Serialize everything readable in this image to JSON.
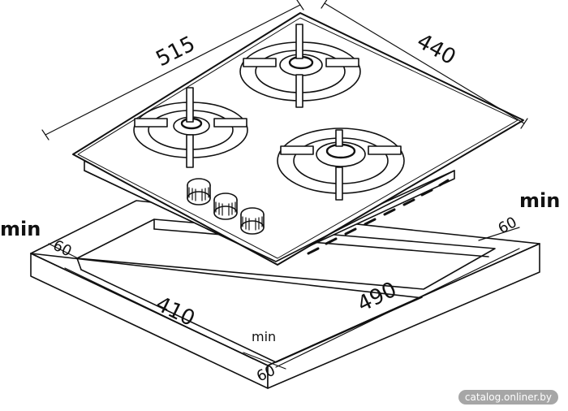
{
  "dimensions": {
    "hob_width": "515",
    "hob_depth": "440",
    "cutout_depth": "410",
    "cutout_width": "490",
    "clearance_left": "60",
    "clearance_right": "60",
    "clearance_front": "60"
  },
  "min_labels": {
    "left": "min",
    "right": "min",
    "front": "min"
  },
  "watermark": "catalog.onliner.by"
}
